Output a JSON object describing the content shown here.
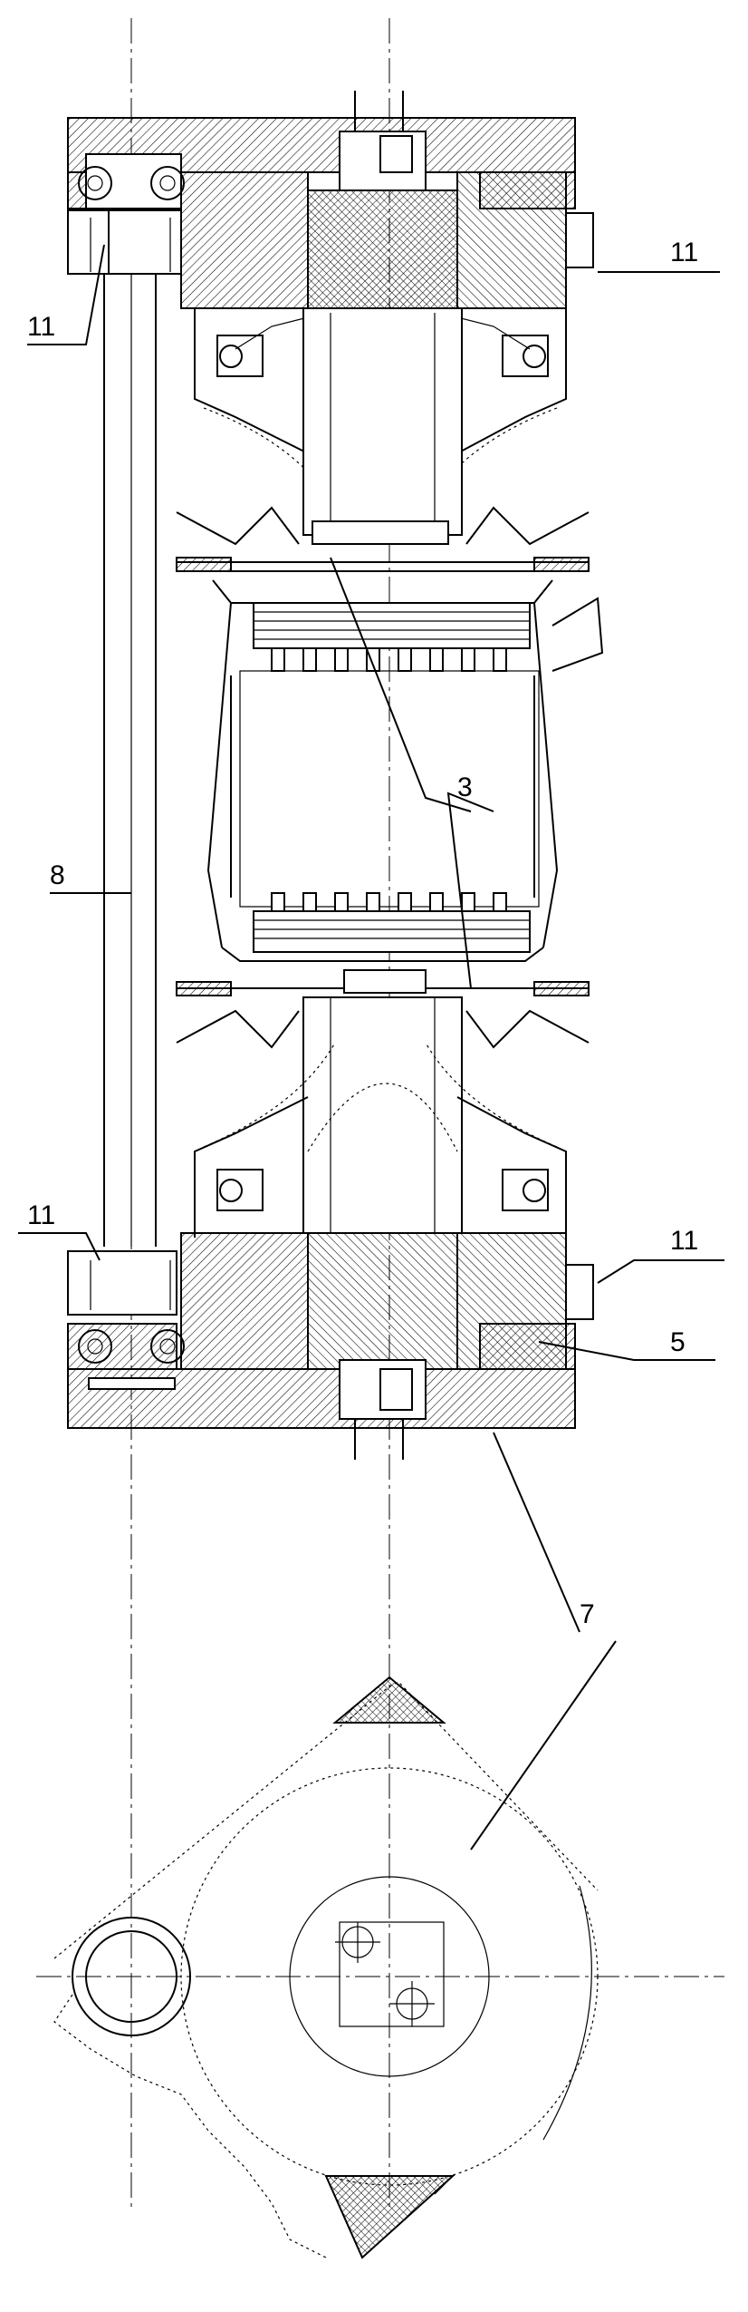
{
  "labels": {
    "l11_top_left": "11",
    "l11_top_right": "11",
    "l3": "3",
    "l8": "8",
    "l11_bot_left": "11",
    "l11_bot_right": "11",
    "l5": "5",
    "l7": "7"
  }
}
